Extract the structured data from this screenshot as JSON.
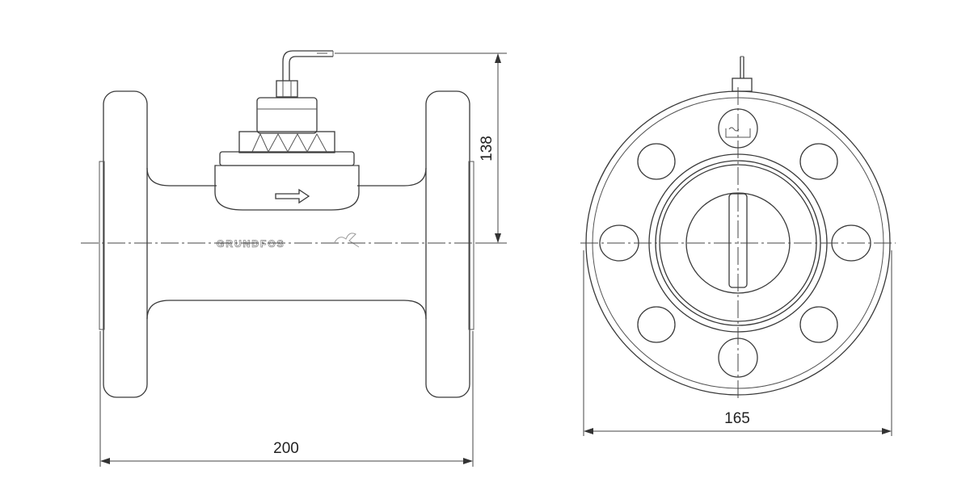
{
  "drawing": {
    "dimensions": {
      "length": "200",
      "height": "138",
      "flange_diameter": "165"
    },
    "brand_mark": "GRUNDFOS",
    "colors": {
      "line": "#3a3a3a",
      "background": "#ffffff"
    }
  }
}
